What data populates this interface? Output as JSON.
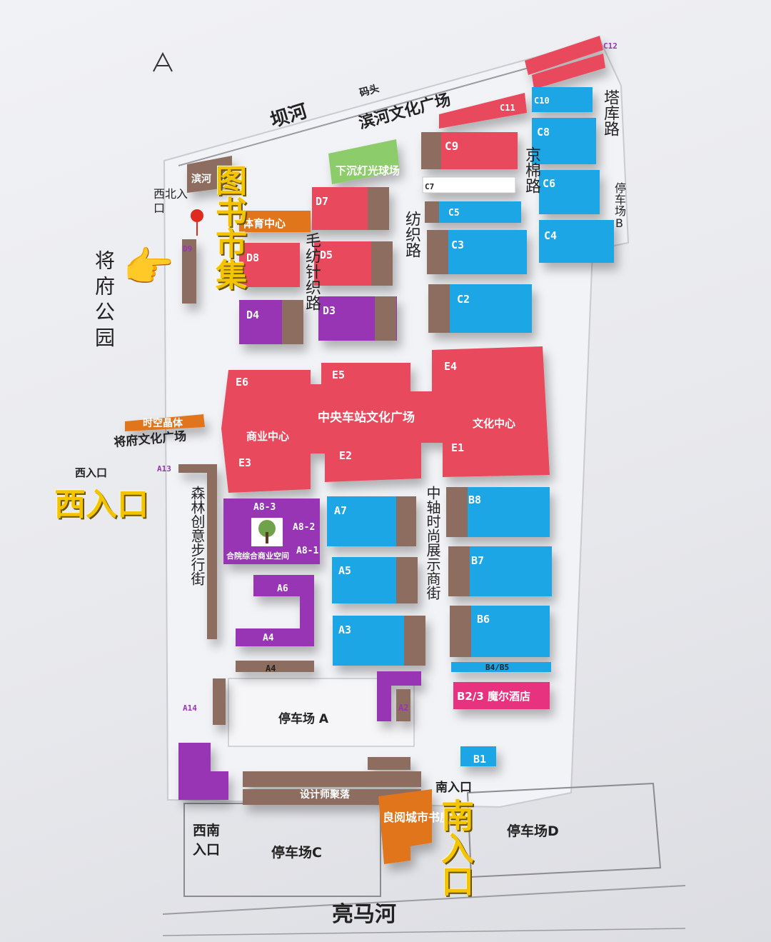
{
  "palette": {
    "red": "#e8485d",
    "blue": "#1ea6e6",
    "purple": "#9736b4",
    "brown": "#8c6d60",
    "orange": "#e0741c",
    "green": "#8dcc6b",
    "pink_hotel": "#e6337f"
  },
  "rivers": {
    "north": "坝河",
    "south": "亮马河"
  },
  "landmarks": {
    "pier": "码头",
    "binhe_plaza": "滨河文化广场",
    "sunken_field": "下沉灯光球场",
    "binhe_small": "滨河",
    "sports_center": "体育中心",
    "central_plaza": "中央车站文化广场",
    "commercial_center": "商业中心",
    "culture_center": "文化中心",
    "time_crystal": "时空晶体",
    "jiangfu_plaza": "将府文化广场",
    "courtyard": "合院综合商业空间",
    "designer": "设计师聚落",
    "bookstore": "良阅城市书房",
    "hotel": "B2/3 魔尔酒店"
  },
  "streets": {
    "maofang": "毛纺针织路",
    "fangzhi": "纺织路",
    "jingmian": "京棉路",
    "taku": "塔库路",
    "senlin": "森林创意步行街",
    "zhongzhou": "中轴时尚展示商街"
  },
  "parks": {
    "jiangfu": "将府公园"
  },
  "parking": {
    "a": "停车场 A",
    "b": "停车场B",
    "c": "停车场C",
    "d": "停车场D"
  },
  "entrances": {
    "northwest": "西北入口",
    "west": "西入口",
    "southwest": "西南入口",
    "south": "南入口"
  },
  "callouts": {
    "book_fair": "图书市集",
    "west_entrance_big": "西入口",
    "south_entrance_big": "南入口"
  },
  "building_codes": {
    "C12": "C12",
    "C11": "C11",
    "C10": "C10",
    "C9": "C9",
    "C8": "C8",
    "C7": "C7",
    "C6": "C6",
    "C5": "C5",
    "C4": "C4",
    "C3": "C3",
    "C2": "C2",
    "D9": "D9",
    "D8": "D8",
    "D7": "D7",
    "D5": "D5",
    "D4": "D4",
    "D3": "D3",
    "E6": "E6",
    "E5": "E5",
    "E4": "E4",
    "E3": "E3",
    "E2": "E2",
    "E1": "E1",
    "A13": "A13",
    "A8-3": "A8-3",
    "A8-2": "A8-2",
    "A8-1": "A8-1",
    "A7": "A7",
    "A6": "A6",
    "A5": "A5",
    "A4": "A4",
    "A4b": "A4",
    "A3": "A3",
    "A2": "A2",
    "A14": "A14",
    "B8": "B8",
    "B7": "B7",
    "B6": "B6",
    "B4_5": "B4/B5",
    "B1": "B1"
  },
  "icons": {
    "hand": "pointing-hand-icon",
    "pin": "location-pin-icon",
    "tree": "tree-icon"
  }
}
